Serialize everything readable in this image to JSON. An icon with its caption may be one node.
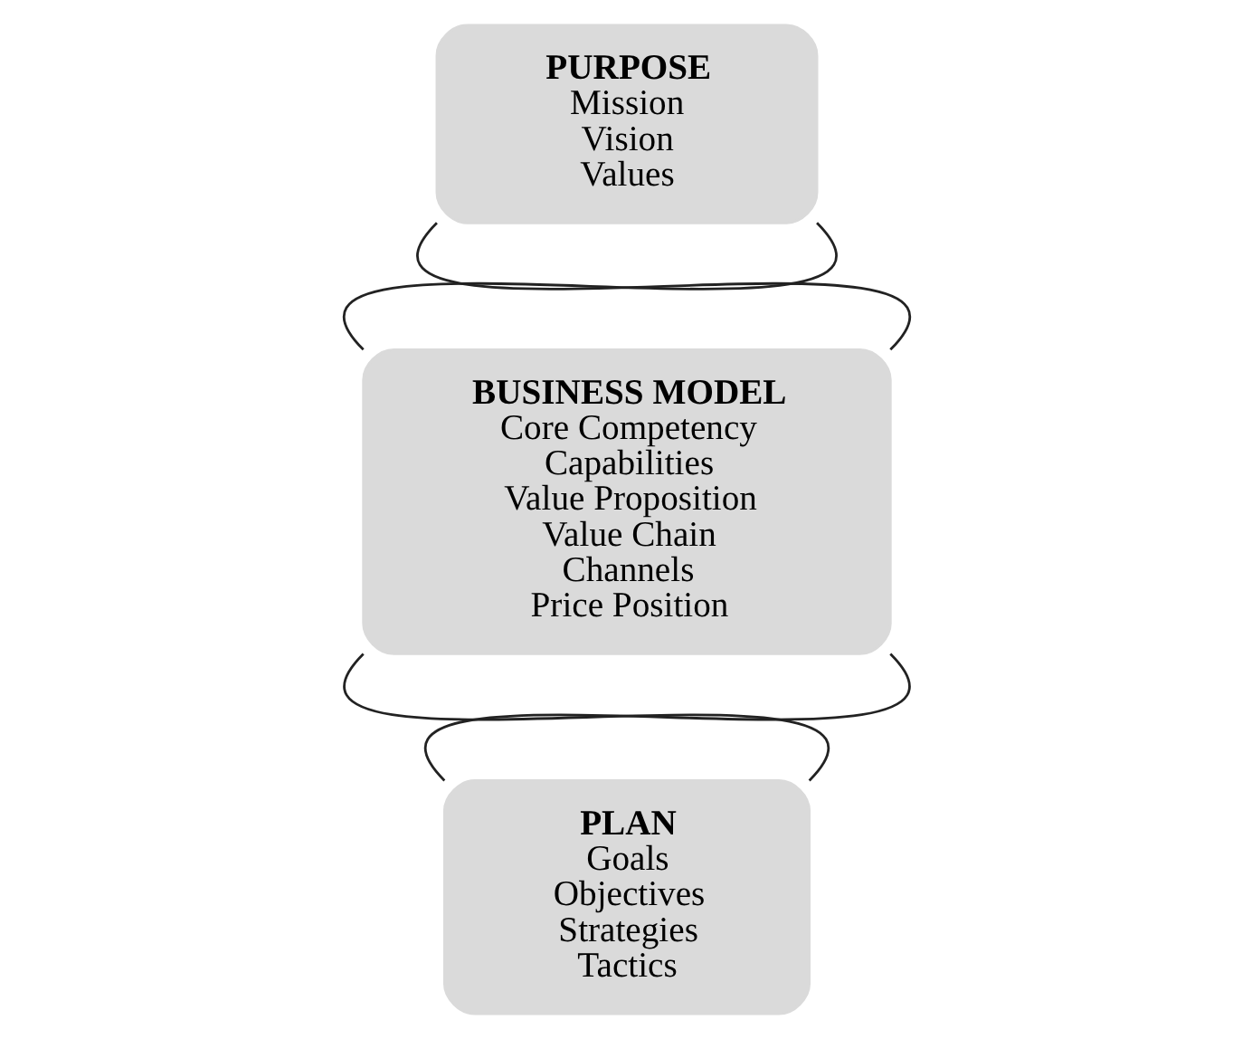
{
  "diagram": {
    "nodes": [
      {
        "text": [
          "PURPOSE",
          "Mission",
          "Vision",
          "Values"
        ]
      },
      {
        "text": [
          "BUSINESS MODEL",
          "Core Competency",
          "Capabilities",
          "Value Proposition",
          "Value Chain",
          "Channels",
          "Price Position"
        ]
      },
      {
        "text": [
          "PLAN",
          "Goals",
          "Objectives",
          "Strategies",
          "Tactics"
        ]
      }
    ],
    "edges": [
      {
        "from": 0,
        "to": 1,
        "arrow": "none"
      },
      {
        "from": 0,
        "to": 1,
        "arrow": "none"
      },
      {
        "from": 1,
        "to": 2,
        "arrow": "none"
      },
      {
        "from": 1,
        "to": 2,
        "arrow": "none"
      }
    ]
  }
}
